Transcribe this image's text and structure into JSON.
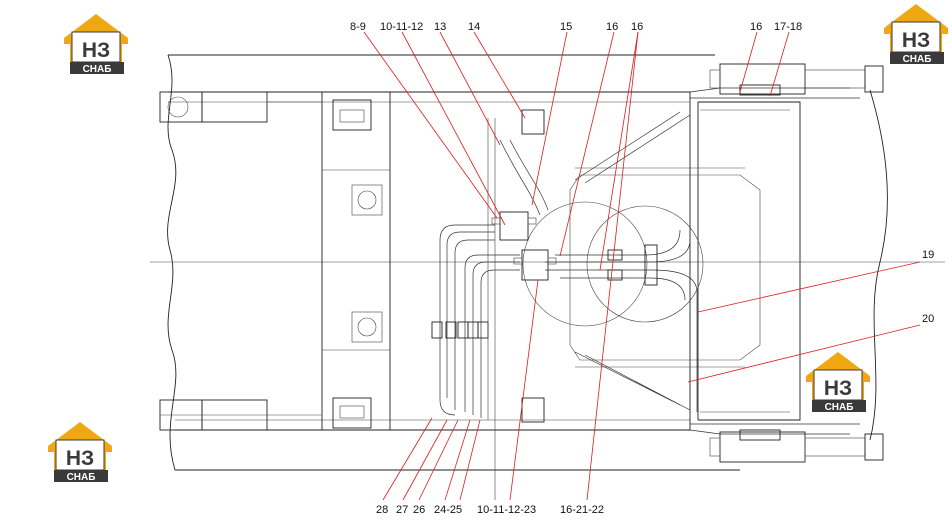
{
  "logo": {
    "mark": "НЗ",
    "caption": "СНАБ"
  },
  "callouts_top": [
    "8-9",
    "10-11-12",
    "13",
    "14",
    "15",
    "16",
    "16",
    "16",
    "17-18"
  ],
  "callouts_right": [
    "19",
    "20"
  ],
  "callouts_bottom": [
    "28",
    "27",
    "26",
    "24-25",
    "10-11-12-23",
    "16-21-22"
  ],
  "colors": {
    "leader": "#e01a1a",
    "logo_gold": "#f0a812",
    "logo_dark": "#3a3a3a",
    "line": "#222222"
  }
}
